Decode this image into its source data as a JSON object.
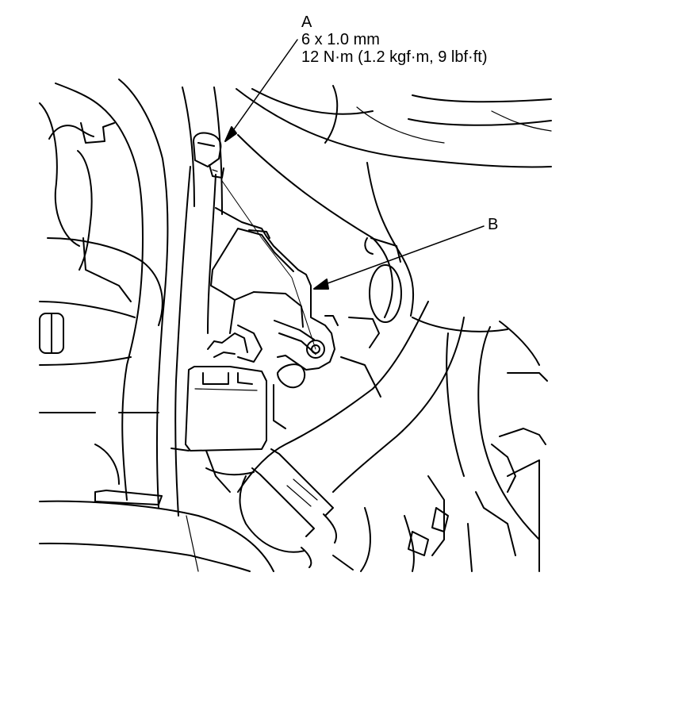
{
  "callouts": {
    "a": {
      "letter": "A",
      "size": "6 x 1.0 mm",
      "torque": "12 N·m (1.2 kgf·m, 9 lbf·ft)"
    },
    "b": {
      "letter": "B"
    }
  },
  "colors": {
    "line": "#000000",
    "background": "#ffffff"
  }
}
